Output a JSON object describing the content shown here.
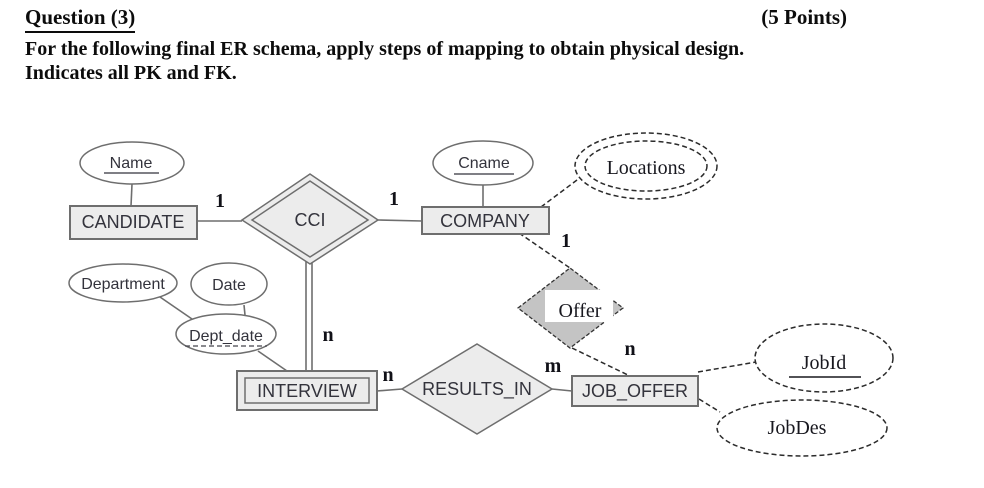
{
  "header": {
    "title": "Question (3)",
    "points": "(5 Points)",
    "line1": "For the following final ER schema, apply steps of mapping to obtain physical design.",
    "line2": "Indicates all PK and FK."
  },
  "diagram": {
    "entities": {
      "candidate": "CANDIDATE",
      "company": "COMPANY",
      "interview": "INTERVIEW",
      "job_offer": "JOB_OFFER"
    },
    "relationships": {
      "cci": "CCI",
      "offer": "Offer",
      "results_in": "RESULTS_IN"
    },
    "attributes": {
      "name": "Name",
      "cname": "Cname",
      "locations": "Locations",
      "department": "Department",
      "date": "Date",
      "dept_date": "Dept_date",
      "job_id": "JobId",
      "job_des": "JobDes"
    },
    "cardinalities": {
      "candidate_cci": "1",
      "cci_company": "1",
      "cci_interview": "n",
      "company_offer": "1",
      "offer_job_offer": "n",
      "interview_results_in": "n",
      "results_in_job_offer": "m"
    },
    "colors": {
      "node_fill": "#ececec",
      "node_border": "#6e6e6e",
      "offer_fill": "#c4c4c4",
      "dashed_stroke": "#2b2b2b"
    }
  }
}
